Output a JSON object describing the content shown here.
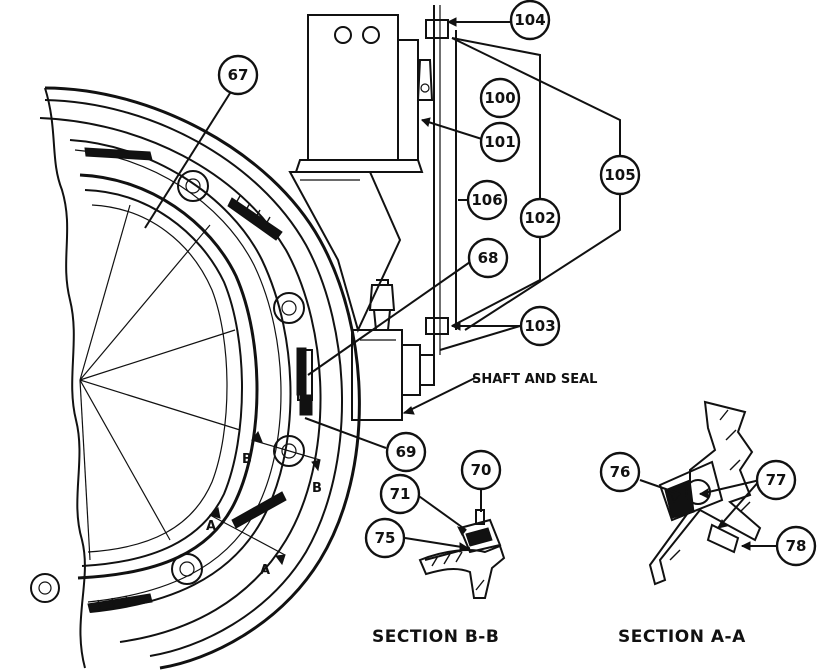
{
  "callouts": {
    "c67": "67",
    "c68": "68",
    "c69": "69",
    "c70": "70",
    "c71": "71",
    "c75": "75",
    "c76": "76",
    "c77": "77",
    "c78": "78",
    "c100": "100",
    "c101": "101",
    "c102": "102",
    "c103": "103",
    "c104": "104",
    "c105": "105",
    "c106": "106"
  },
  "notes": {
    "shaft_and_seal": "SHAFT AND SEAL"
  },
  "section_marks": {
    "b_upper": "B",
    "b_lower": "B",
    "a_upper": "A",
    "a_lower": "A"
  },
  "captions": {
    "section_bb": "SECTION B-B",
    "section_aa": "SECTION A-A"
  }
}
